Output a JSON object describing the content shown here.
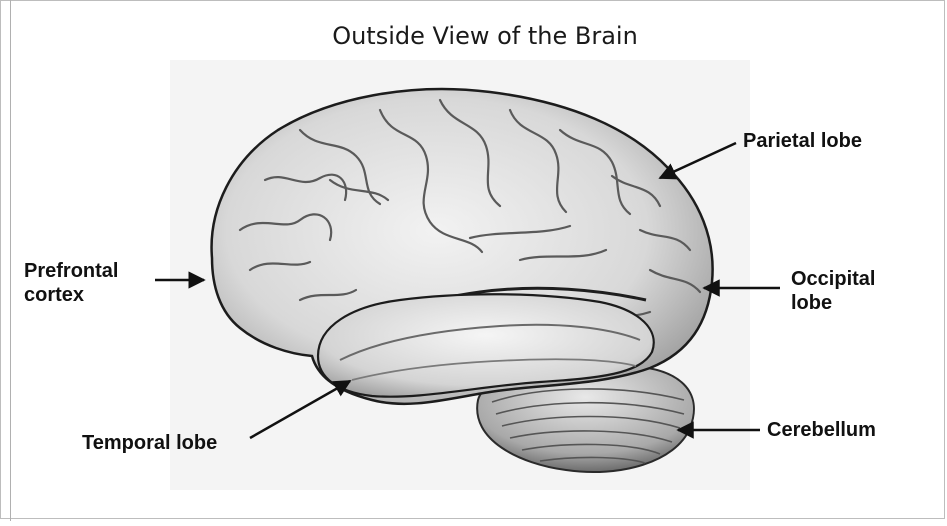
{
  "title": "Outside View of the Brain",
  "labels": {
    "prefrontal_line1": "Prefrontal",
    "prefrontal_line2": "cortex",
    "parietal": "Parietal lobe",
    "occipital_line1": "Occipital",
    "occipital_line2": "lobe",
    "temporal": "Temporal lobe",
    "cerebellum": "Cerebellum"
  },
  "colors": {
    "background": "#ffffff",
    "brain_fill": "#e9e9e9",
    "brain_shadow": "#6e6e6e",
    "outline": "#1c1c1c",
    "text": "#111111"
  }
}
